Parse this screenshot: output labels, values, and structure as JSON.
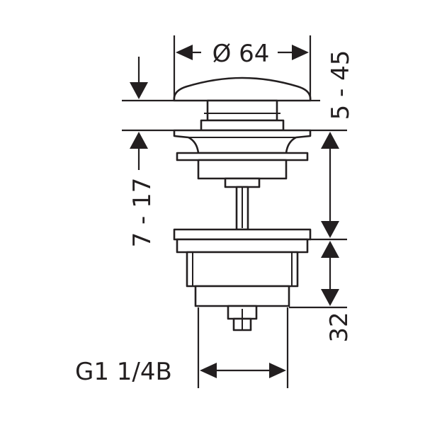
{
  "drawing": {
    "dimensions": {
      "cap_diameter": "Ø 64",
      "cap_height_range": "5 - 45",
      "flange_range": "7 - 17",
      "body_length": "32",
      "thread": "G1 1/4B"
    },
    "colors": {
      "ink": "#231f20",
      "background": "#ffffff"
    }
  }
}
